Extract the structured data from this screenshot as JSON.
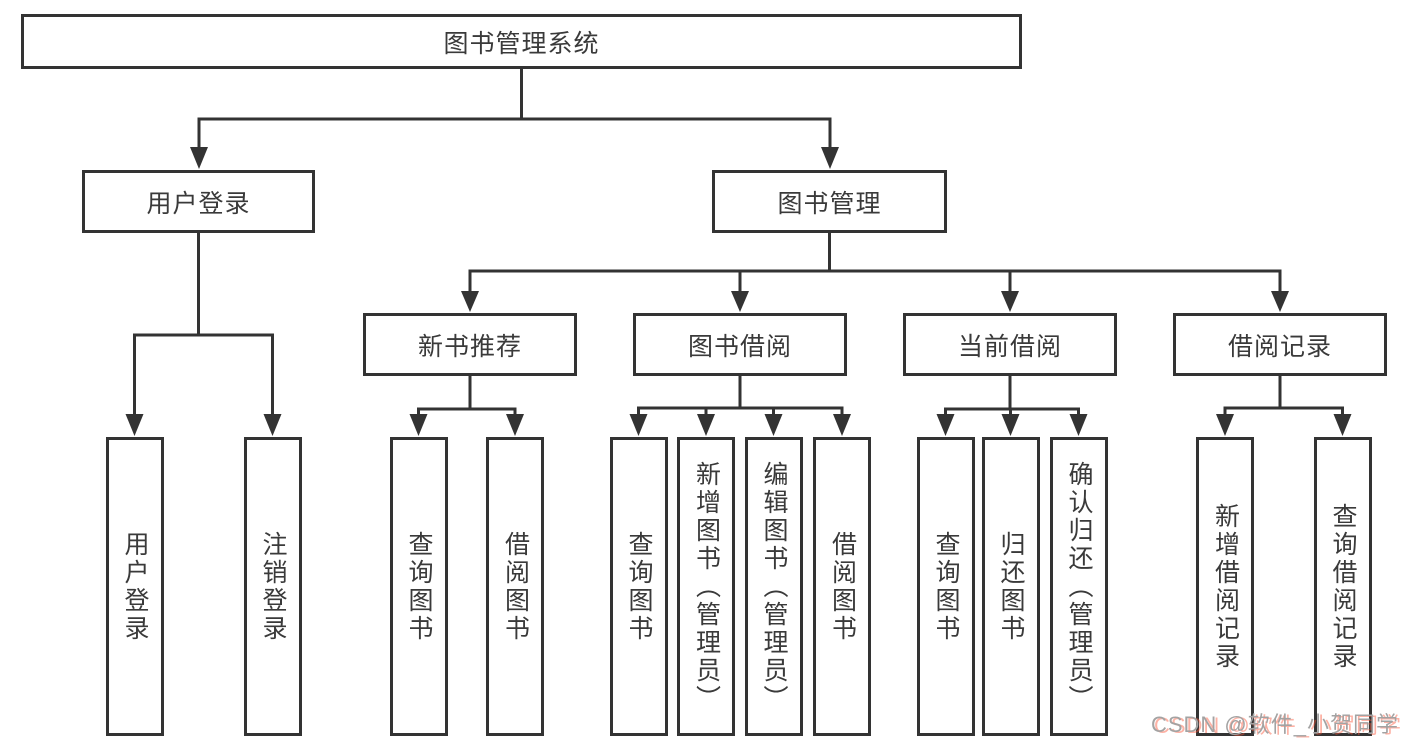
{
  "root": {
    "label": "图书管理系统"
  },
  "level2": [
    {
      "label": "用户登录"
    },
    {
      "label": "图书管理"
    }
  ],
  "level3": [
    {
      "label": "新书推荐"
    },
    {
      "label": "图书借阅"
    },
    {
      "label": "当前借阅"
    },
    {
      "label": "借阅记录"
    }
  ],
  "leaves": {
    "user_login": [
      {
        "label": "用户登录"
      },
      {
        "label": "注销登录"
      }
    ],
    "new_book": [
      {
        "label": "查询图书"
      },
      {
        "label": "借阅图书"
      }
    ],
    "book_borrow": [
      {
        "label": "查询图书"
      },
      {
        "label": "新增图书（管理员）"
      },
      {
        "label": "编辑图书（管理员）"
      },
      {
        "label": "借阅图书"
      }
    ],
    "current_borrow": [
      {
        "label": "查询图书"
      },
      {
        "label": "归还图书"
      },
      {
        "label": "确认归还（管理员）"
      }
    ],
    "borrow_records": [
      {
        "label": "新增借阅记录"
      },
      {
        "label": "查询借阅记录"
      }
    ]
  },
  "watermark": {
    "text": "CSDN @软件_小贺同学"
  },
  "colors": {
    "line": "#333333",
    "border": "#333333",
    "text": "#3a3a3a",
    "background": "#ffffff",
    "watermark": "#a3a3a3",
    "watermark_accent": "#fa5438"
  }
}
